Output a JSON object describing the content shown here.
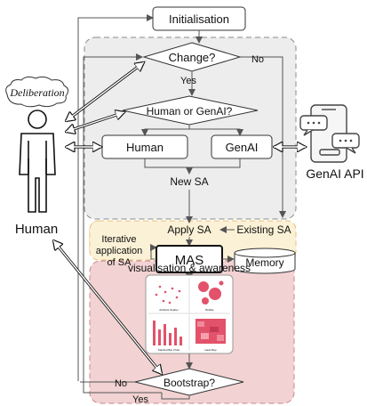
{
  "nodes": {
    "initialisation": "Initialisation",
    "change": "Change?",
    "human_or_genai": "Human or GenAI?",
    "human_box": "Human",
    "genai_box": "GenAI",
    "new_sa": "New SA",
    "apply_sa": "Apply SA",
    "existing_sa": "Existing SA",
    "iterative_line1": "Iterative",
    "iterative_line2": "application",
    "iterative_line3": "of SA",
    "mas": "MAS",
    "memory": "Memory",
    "visualisation": "visualisation & awareness",
    "bootstrap": "Bootstrap?"
  },
  "edges": {
    "change_no": "No",
    "change_yes": "Yes",
    "bootstrap_no": "No",
    "bootstrap_yes": "Yes"
  },
  "actors": {
    "deliberation": "Deliberation",
    "human": "Human",
    "genai_api": "GenAI API"
  },
  "thumbnails": {
    "scatter_caption": "Attribute Scatter",
    "bubble_caption": "Bubble",
    "bar_caption": "Stacked Bar Chart",
    "heatmap_caption": "Heat Map"
  },
  "colors": {
    "grey_region": "#ededed",
    "yellow_region": "#fbf1d6",
    "pink_region": "#f2d2d2",
    "accent_red": "#e2526a"
  }
}
